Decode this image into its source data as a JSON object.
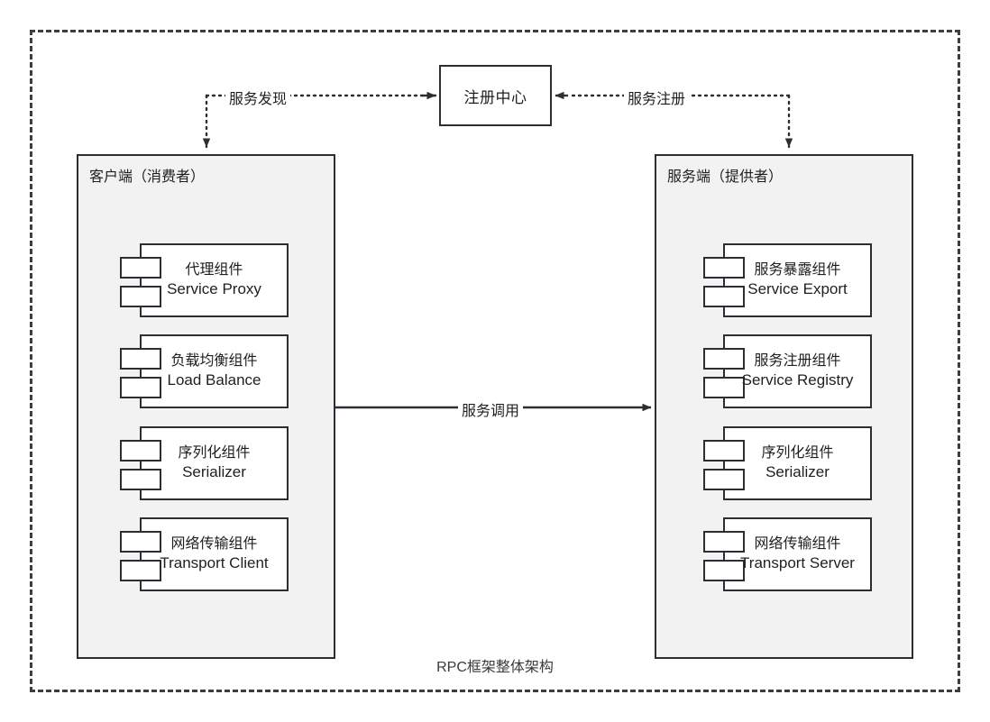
{
  "diagram": {
    "caption": "RPC框架整体架构",
    "registry": {
      "label": "注册中心"
    },
    "edges": {
      "discovery": "服务发现",
      "registration": "服务注册",
      "invocation": "服务调用"
    },
    "panels": [
      {
        "id": "client",
        "title": "客户端（消费者）",
        "components": [
          {
            "cn": "代理组件",
            "en": "Service Proxy"
          },
          {
            "cn": "负载均衡组件",
            "en": "Load Balance"
          },
          {
            "cn": "序列化组件",
            "en": "Serializer"
          },
          {
            "cn": "网络传输组件",
            "en": "Transport Client"
          }
        ]
      },
      {
        "id": "server",
        "title": "服务端（提供者）",
        "components": [
          {
            "cn": "服务暴露组件",
            "en": "Service Export"
          },
          {
            "cn": "服务注册组件",
            "en": "Service Registry"
          },
          {
            "cn": "序列化组件",
            "en": "Serializer"
          },
          {
            "cn": "网络传输组件",
            "en": "Transport Server"
          }
        ]
      }
    ],
    "colors": {
      "stroke": "#2b2f33",
      "panel_fill": "#f2f2f2",
      "component_fill": "#ffffff",
      "frame": "#3a3f44"
    }
  }
}
